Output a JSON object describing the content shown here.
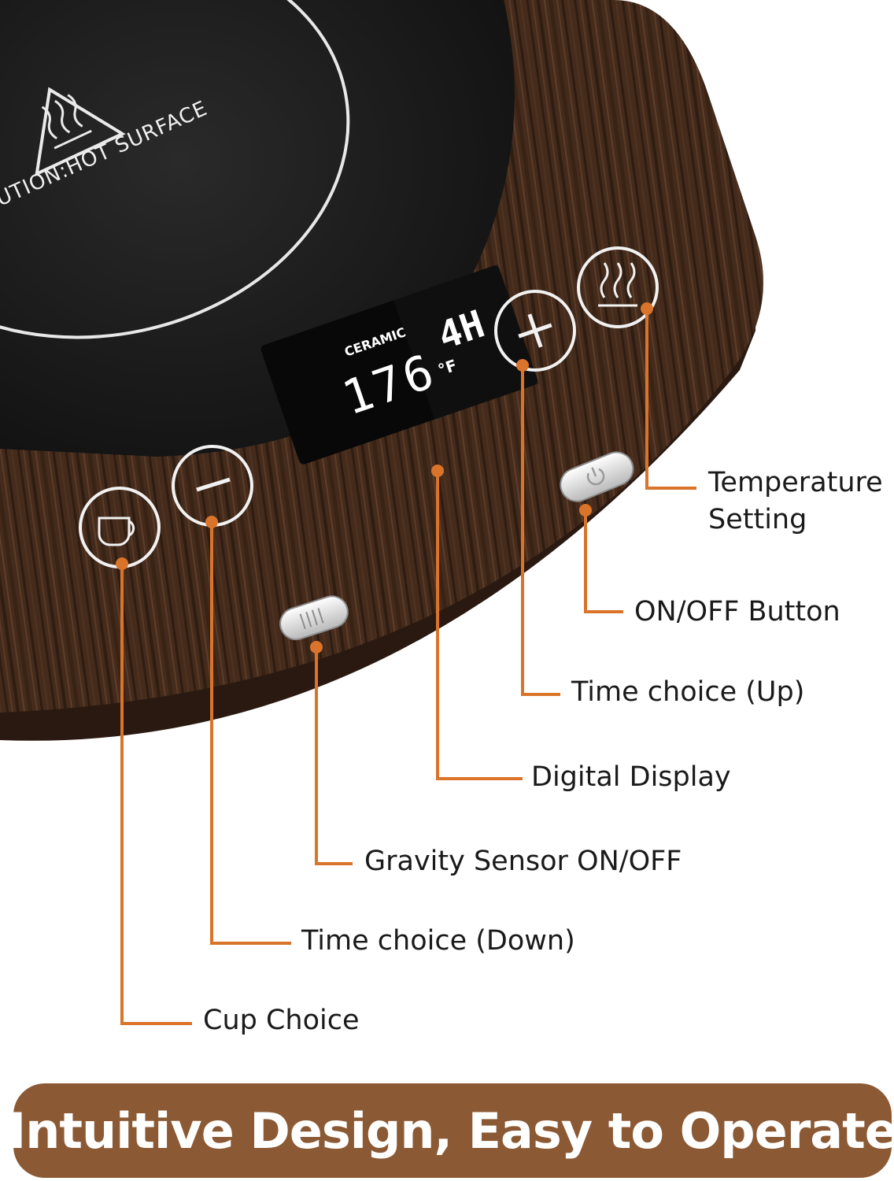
{
  "product": {
    "plate_label": "UTION:HOT SURFACE",
    "display": {
      "material": "CERAMIC",
      "temperature": "176",
      "temperature_unit": "°F",
      "timer": "4H"
    }
  },
  "callouts": [
    {
      "id": "temperature-setting",
      "label": "Temperature\nSetting"
    },
    {
      "id": "on-off-button",
      "label": "ON/OFF Button"
    },
    {
      "id": "time-choice-up",
      "label": "Time choice (Up)"
    },
    {
      "id": "digital-display",
      "label": "Digital Display"
    },
    {
      "id": "gravity-sensor",
      "label": "Gravity Sensor ON/OFF"
    },
    {
      "id": "time-choice-down",
      "label": "Time choice (Down)"
    },
    {
      "id": "cup-choice",
      "label": "Cup Choice"
    }
  ],
  "banner": {
    "text": "Intuitive Design, Easy to Operate"
  },
  "colors": {
    "accent": "#d9742a",
    "banner": "#8b5a35",
    "wood_dark": "#3b2417",
    "wood_mid": "#5a3a26",
    "plate": "#1c1c1c",
    "display_bg": "#0a0a0a"
  }
}
